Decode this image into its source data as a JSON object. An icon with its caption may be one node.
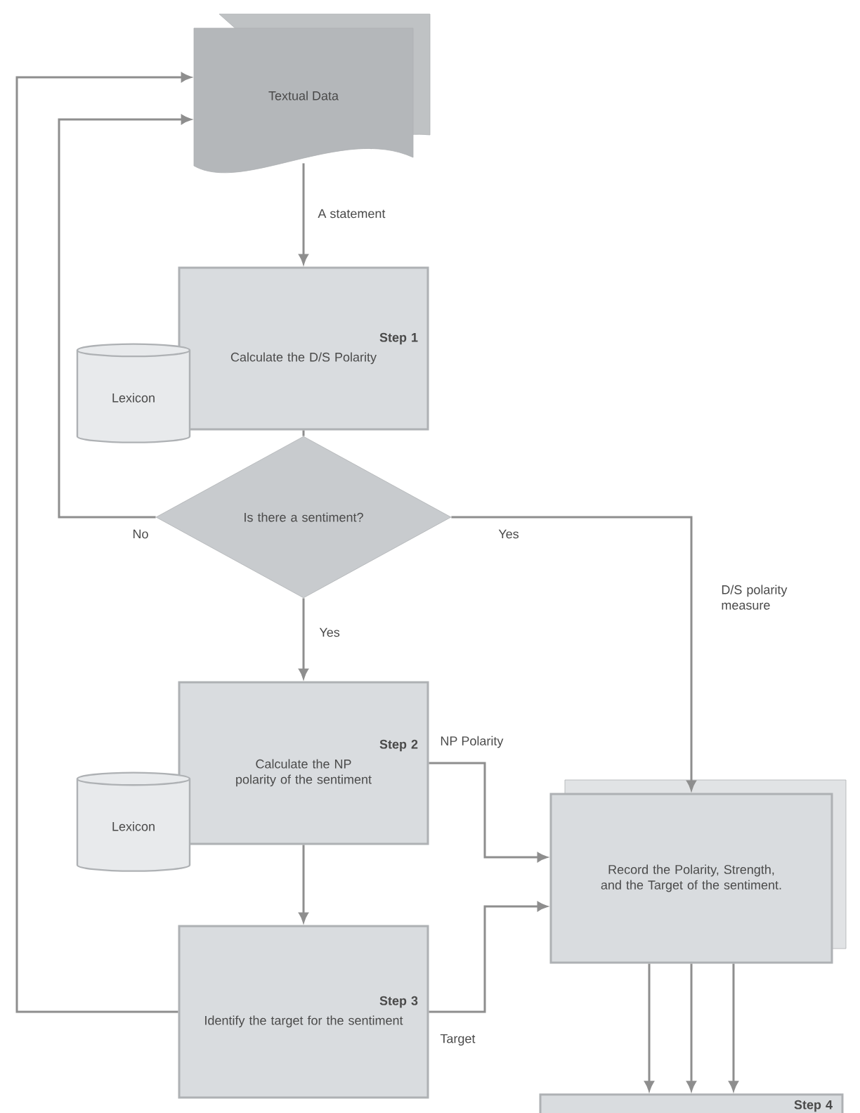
{
  "diagram": {
    "nodes": [
      {
        "text": [
          "Textual Data"
        ]
      },
      {
        "text": [
          "Step 1",
          "Calculate the D/S Polarity"
        ]
      },
      {
        "text": [
          "Lexicon"
        ]
      },
      {
        "text": [
          "Is there a sentiment?"
        ]
      },
      {
        "text": [
          "Step 2",
          "Calculate the NP polarity of the sentiment"
        ]
      },
      {
        "text": [
          "Lexicon"
        ]
      },
      {
        "text": [
          "Step 3",
          "Identify the target for the sentiment"
        ]
      },
      {
        "text": [
          "Record the Polarity, Strength, and the Target of the sentiment."
        ]
      },
      {
        "text": [
          "Step 4"
        ]
      }
    ],
    "edges": [
      {
        "from": 0,
        "to": 1,
        "arrow": "to",
        "label": "A statement"
      },
      {
        "from": 1,
        "to": 3,
        "arrow": "none"
      },
      {
        "from": 3,
        "to": 0,
        "arrow": "to",
        "label": "No"
      },
      {
        "from": 3,
        "to": 4,
        "arrow": "to",
        "label": "Yes"
      },
      {
        "from": 3,
        "to": 7,
        "arrow": "to",
        "label": "Yes"
      },
      {
        "from": 4,
        "to": 7,
        "arrow": "to",
        "label": "NP Polarity"
      },
      {
        "from": 4,
        "to": 6,
        "arrow": "to"
      },
      {
        "from": 6,
        "to": 7,
        "arrow": "to",
        "label": "Target"
      },
      {
        "from": 6,
        "to": 0,
        "arrow": "to"
      },
      {
        "from": 7,
        "to": 8,
        "arrow": "to"
      },
      {
        "from": 7,
        "to": 8,
        "arrow": "to"
      },
      {
        "from": 7,
        "to": 8,
        "arrow": "to"
      }
    ],
    "labels": [
      "D/S polarity measure"
    ]
  }
}
